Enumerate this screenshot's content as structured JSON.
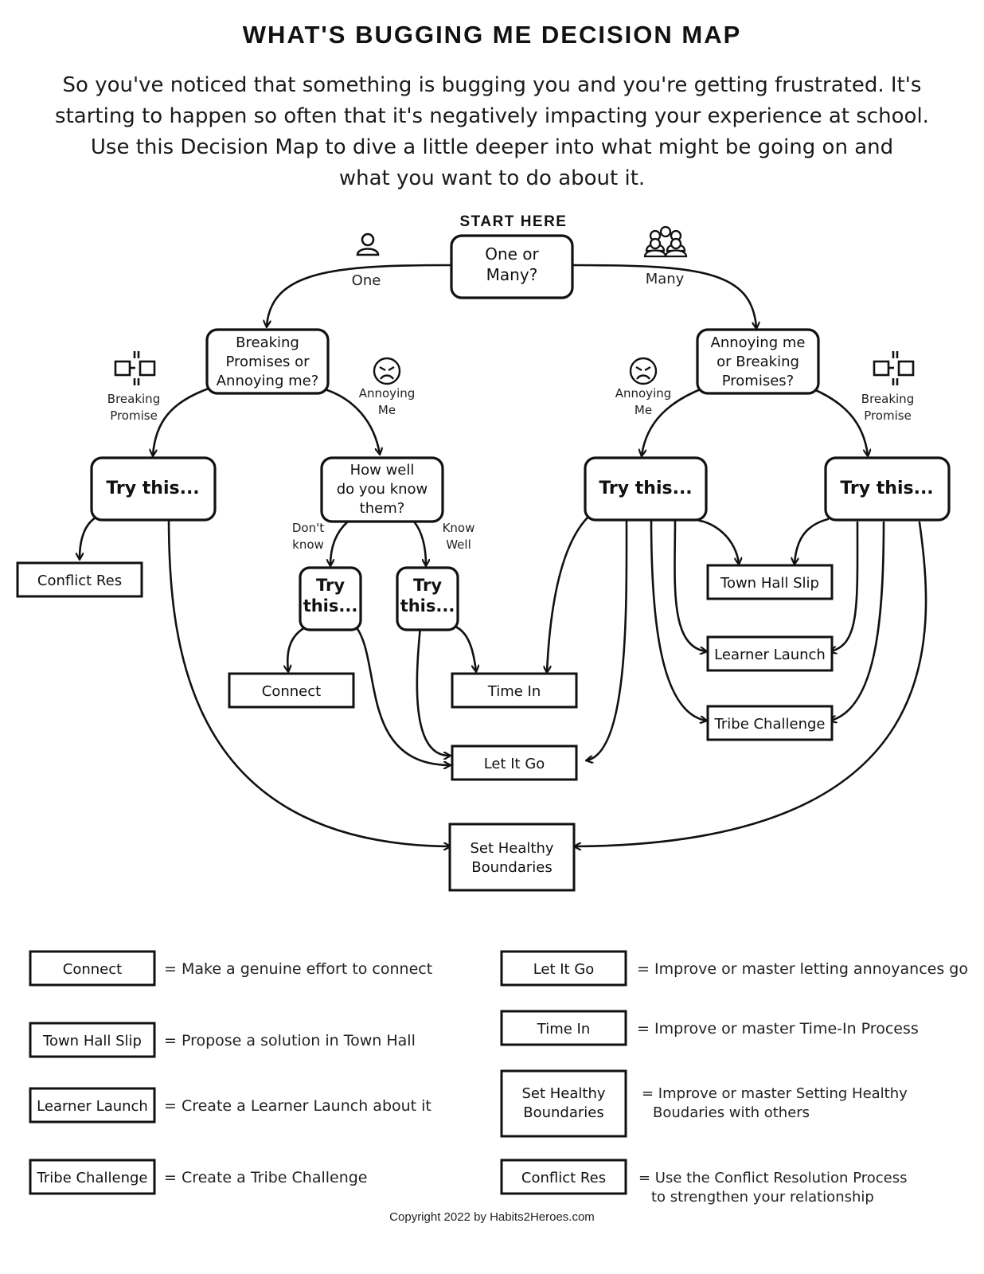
{
  "title": "WHAT'S BUGGING ME DECISION MAP",
  "intro": [
    "So you've noticed that something is bugging you and you're getting frustrated.  It's",
    "starting to happen so often that it's negatively impacting your experience at school.",
    "Use this Decision Map to dive a little deeper into what might be going on and",
    "what you want to do about it."
  ],
  "start_label": "START HERE",
  "nodes": {
    "one_or_many": [
      "One or",
      "Many?"
    ],
    "left_question": [
      "Breaking",
      "Promises or",
      "Annoying me?"
    ],
    "right_question": [
      "Annoying me",
      "or Breaking",
      "Promises?"
    ],
    "try_left": [
      "Try this..."
    ],
    "how_well": [
      "How well",
      "do you know",
      "them?"
    ],
    "try_mid_right": [
      "Try this..."
    ],
    "try_far_right": [
      "Try this..."
    ],
    "try_dont_know": [
      "Try",
      "this..."
    ],
    "try_know_well": [
      "Try",
      "this..."
    ],
    "conflict_res": [
      "Conflict Res"
    ],
    "connect": [
      "Connect"
    ],
    "time_in": [
      "Time In"
    ],
    "let_it_go": [
      "Let It Go"
    ],
    "town_hall": [
      "Town Hall Slip"
    ],
    "learner_launch": [
      "Learner Launch"
    ],
    "tribe_challenge": [
      "Tribe Challenge"
    ],
    "boundaries": [
      "Set Healthy",
      "Boundaries"
    ]
  },
  "edge_labels": {
    "one": "One",
    "many": "Many",
    "breaking_promise_left": [
      "Breaking",
      "Promise"
    ],
    "annoying_me_left": [
      "Annoying",
      "Me"
    ],
    "annoying_me_right": [
      "Annoying",
      "Me"
    ],
    "breaking_promise_right": [
      "Breaking",
      "Promise"
    ],
    "dont_know": [
      "Don't",
      "know"
    ],
    "know_well": [
      "Know",
      "Well"
    ]
  },
  "legend": {
    "left": [
      {
        "term": [
          "Connect"
        ],
        "desc": [
          "= Make a genuine effort to connect"
        ]
      },
      {
        "term": [
          "Town Hall Slip"
        ],
        "desc": [
          "= Propose a solution in Town Hall"
        ]
      },
      {
        "term": [
          "Learner Launch"
        ],
        "desc": [
          "= Create a Learner Launch about it"
        ]
      },
      {
        "term": [
          "Tribe Challenge"
        ],
        "desc": [
          "= Create a Tribe Challenge"
        ]
      }
    ],
    "right": [
      {
        "term": [
          "Let It Go"
        ],
        "desc": [
          "= Improve or master letting annoyances go"
        ]
      },
      {
        "term": [
          "Time In"
        ],
        "desc": [
          "=  Improve or master Time-In Process"
        ]
      },
      {
        "term": [
          "Set Healthy",
          "Boundaries"
        ],
        "desc": [
          "= Improve or master Setting Healthy",
          "Boudaries with others"
        ]
      },
      {
        "term": [
          "Conflict Res"
        ],
        "desc": [
          "= Use the Conflict Resolution Process",
          "to strengthen your relationship"
        ]
      }
    ]
  },
  "copyright": "Copyright 2022 by Habits2Heroes.com",
  "icons": [
    "person-icon",
    "group-icon",
    "broken-chain-icon",
    "angry-face-icon"
  ]
}
